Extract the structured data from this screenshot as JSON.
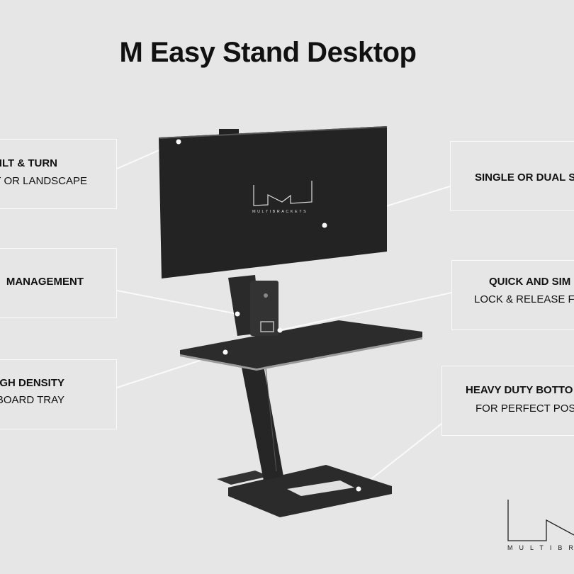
{
  "title": "M Easy Stand Desktop",
  "features_left": [
    {
      "title": "ILT & TURN",
      "subtitle": "AIT OR LANDSCAPE"
    },
    {
      "title": "MANAGEMENT",
      "subtitle": ""
    },
    {
      "title": "GH DENSITY",
      "subtitle": "YBOARD TRAY"
    }
  ],
  "features_right": [
    {
      "title": "SINGLE OR DUAL S",
      "subtitle": ""
    },
    {
      "title": "QUICK AND SIM",
      "subtitle": "LOCK & RELEASE FUN"
    },
    {
      "title": "HEAVY DUTY BOTTO",
      "subtitle": "FOR PERFECT POSITIO"
    }
  ],
  "monitor_brand": "MULTIBRACKETS",
  "logo_text": "MULTIBR",
  "colors": {
    "background": "#e6e6e6",
    "product": "#2a2a2a",
    "callout_line": "#fafafa"
  }
}
